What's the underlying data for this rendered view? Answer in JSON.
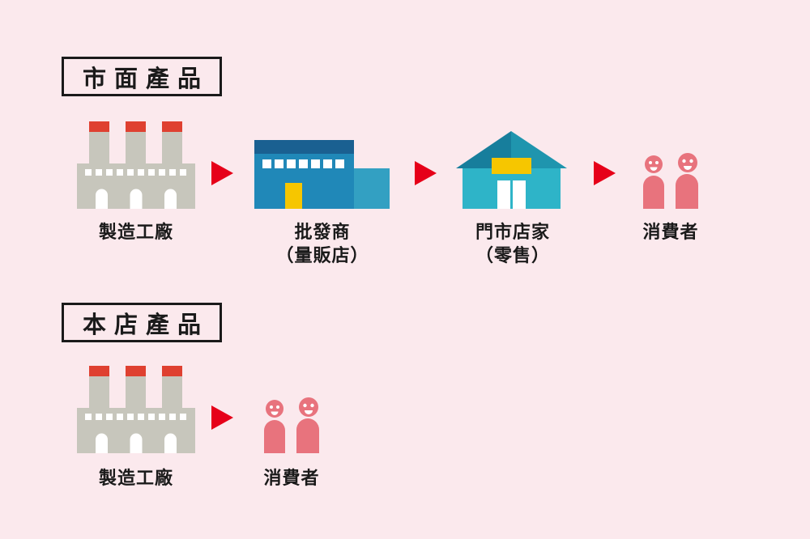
{
  "colors": {
    "bg": "#fbe9ed",
    "ink": "#1a1a1a",
    "arrow-red": "#e60019",
    "factory-gray": "#c7c6bc",
    "chimney-red": "#df4030",
    "warehouse-dark": "#1a6091",
    "warehouse-mid": "#2088b8",
    "warehouse-light": "#33a0c2",
    "sign-yellow": "#f6c600",
    "store-roof-dark": "#177e9c",
    "store-roof-light": "#1f95ae",
    "store-body": "#2eb4c8",
    "person": "#e8737d"
  },
  "sections": {
    "market": {
      "title": "市面產品",
      "nodes": {
        "factory": {
          "label": "製造工廠"
        },
        "wholesaler": {
          "label": "批發商",
          "sublabel": "（量販店）"
        },
        "store": {
          "label": "門市店家",
          "sublabel": "（零售）"
        },
        "consumer": {
          "label": "消費者"
        }
      }
    },
    "own": {
      "title": "本店產品",
      "nodes": {
        "factory": {
          "label": "製造工廠"
        },
        "consumer": {
          "label": "消費者"
        }
      }
    }
  }
}
